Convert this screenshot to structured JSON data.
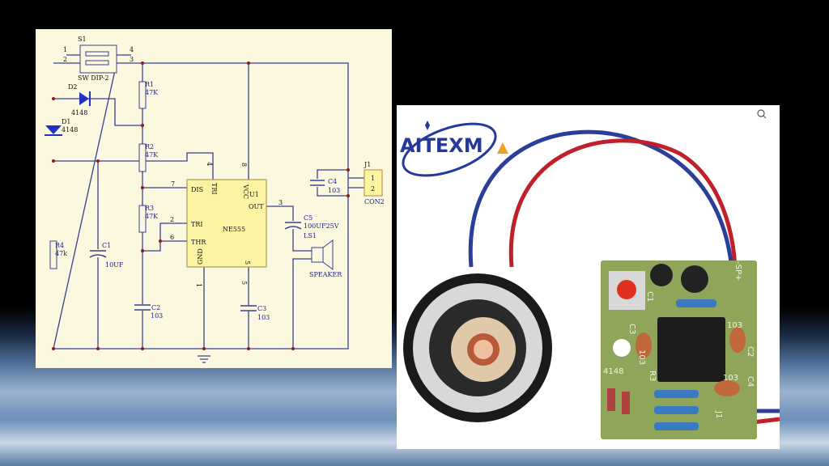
{
  "schematic": {
    "s1": {
      "ref": "S1",
      "part": "SW DIP-2",
      "pins": [
        "1",
        "2",
        "4",
        "3"
      ]
    },
    "d1": {
      "ref": "D1",
      "value": "4148"
    },
    "d2": {
      "ref": "D2",
      "value": "4148"
    },
    "r1": {
      "ref": "R1",
      "value": "47K"
    },
    "r2": {
      "ref": "R2",
      "value": "47K"
    },
    "r3": {
      "ref": "R3",
      "value": "47K"
    },
    "r4": {
      "ref": "R4",
      "value": "47k"
    },
    "c1": {
      "ref": "C1",
      "value": "10UF"
    },
    "c2": {
      "ref": "C2",
      "value": "103"
    },
    "c3": {
      "ref": "C3",
      "value": "103"
    },
    "c4": {
      "ref": "C4",
      "value": "103"
    },
    "c5": {
      "ref": "C5",
      "value": "100UF25V"
    },
    "ls1": {
      "ref": "LS1",
      "value": "SPEAKER"
    },
    "j1": {
      "ref": "J1",
      "value": "CON2",
      "pins": [
        "1",
        "2"
      ]
    },
    "u1": {
      "ref": "U1",
      "part": "NE555",
      "pin_labels": {
        "dis": "DIS",
        "tri_top": "TRI",
        "vcc": "VCC",
        "out": "OUT",
        "tri": "TRI",
        "thr": "THR",
        "gnd": "GND",
        "cv": "5"
      },
      "pin_numbers": {
        "p4": "4",
        "p8": "8",
        "p7": "7",
        "p3": "3",
        "p2": "2",
        "p6": "6",
        "p1": "1",
        "p5": "5"
      }
    }
  },
  "photo": {
    "logo": "AITEXM",
    "pcb_labels": {
      "sp": "-SP+",
      "c1": "C1",
      "c3": "C3",
      "c2": "C2",
      "c4": "C4",
      "r3": "R3",
      "j1": "J1",
      "d": "4148",
      "cap1": "103",
      "cap2": "103",
      "cap3": "103"
    }
  },
  "colors": {
    "schematic_bg": "#fbf8df",
    "wire": "#3b3f8f",
    "ic": "#fdf4a3",
    "pcb": "#8fa65a",
    "wire_red": "#c0202a",
    "wire_blue": "#2b3e9a"
  }
}
